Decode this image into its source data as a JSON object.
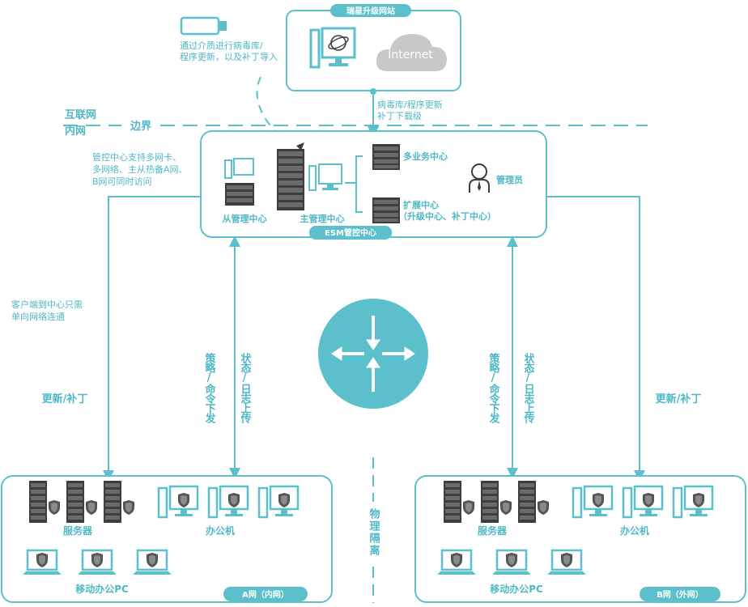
{
  "colors": {
    "accent": "#5bc0cb",
    "dark": "#3d3d3d",
    "text": "#4fb8c6",
    "cloud": "#c8c8c8"
  },
  "top_box": {
    "title": "瑞星升级网站",
    "internet": "Internet"
  },
  "usb_note": {
    "line1": "通过介质进行病毒库/",
    "line2": "程序更新，以及补丁导入"
  },
  "download_note": {
    "line1": "病毒库/程序更新",
    "line2": "补丁下载级"
  },
  "boundary": {
    "internet": "互联网",
    "intranet": "内网",
    "label": "边界"
  },
  "esm_note": {
    "line1": "管控中心支持多网卡、",
    "line2": "多网络、主从热备A网、",
    "line3": "B网可同时访问"
  },
  "esm": {
    "title": "ESM管控中心",
    "slave": "从管理中心",
    "master": "主管理中心",
    "multi": "多业务中心",
    "ext1": "扩展中心",
    "ext2": "（升级中心、补丁中心）",
    "admin": "管理员"
  },
  "client_note": {
    "line1": "客户端到中心只需",
    "line2": "单向网络连通"
  },
  "arrows": {
    "update": "更新/补丁",
    "policy": "策略/命令下发",
    "status": "状态/日志上传"
  },
  "isolation": "物理隔离",
  "net_a": {
    "title": "A网（内网）",
    "servers": "服务器",
    "office": "办公机",
    "mobile": "移动办公PC"
  },
  "net_b": {
    "title": "B网（外网）",
    "servers": "服务器",
    "office": "办公机",
    "mobile": "移动办公PC"
  }
}
